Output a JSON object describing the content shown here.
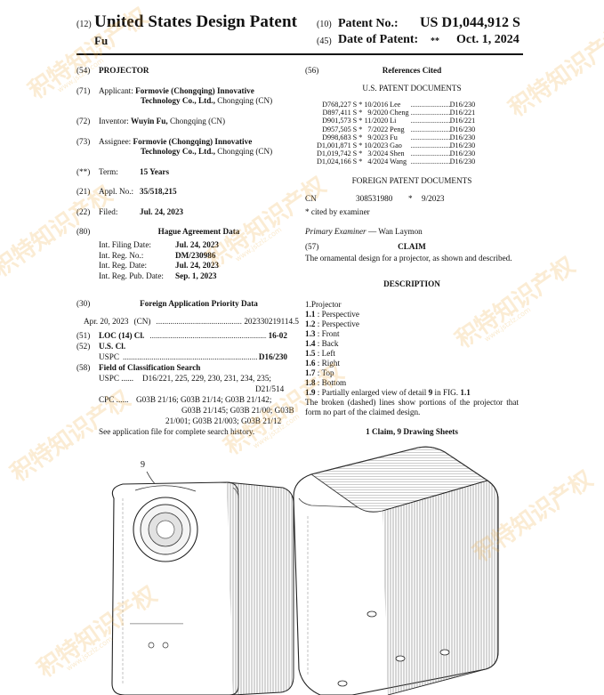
{
  "header": {
    "code12": "(12)",
    "title": "United States Design Patent",
    "inventor_short": "Fu",
    "code10": "(10)",
    "patent_no_label": "Patent No.:",
    "patent_no": "US D1,044,912 S",
    "code45": "(45)",
    "date_label": "Date of Patent:",
    "date_mark": "**",
    "date": "Oct. 1, 2024"
  },
  "left": {
    "f54": {
      "code": "(54)",
      "value": "PROJECTOR"
    },
    "f71": {
      "code": "(71)",
      "label": "Applicant:",
      "bold": "Formovie (Chongqing) Innovative",
      "bold2": "Technology Co., Ltd.,",
      "rest": " Chongqing (CN)"
    },
    "f72": {
      "code": "(72)",
      "label": "Inventor:",
      "bold": "Wuyin Fu,",
      "rest": " Chongqing (CN)"
    },
    "f73": {
      "code": "(73)",
      "label": "Assignee:",
      "bold": "Formovie (Chongqing) Innovative",
      "bold2": "Technology Co., Ltd.,",
      "rest": " Chongqing (CN)"
    },
    "fterm": {
      "code": "(**)",
      "label": "Term:",
      "value": "15 Years"
    },
    "f21": {
      "code": "(21)",
      "label": "Appl. No.:",
      "value": "35/518,215"
    },
    "f22": {
      "code": "(22)",
      "label": "Filed:",
      "value": "Jul. 24, 2023"
    },
    "f80": {
      "code": "(80)",
      "heading": "Hague Agreement Data",
      "rows": [
        {
          "label": "Int. Filing Date:",
          "value": "Jul. 24, 2023"
        },
        {
          "label": "Int. Reg. No.:",
          "value": "DM/230986"
        },
        {
          "label": "Int. Reg. Date:",
          "value": "Jul. 24, 2023"
        },
        {
          "label": "Int. Reg. Pub. Date:",
          "value": "Sep. 1, 2023"
        }
      ]
    },
    "f30": {
      "code": "(30)",
      "heading": "Foreign Application Priority Data",
      "date": "Apr. 20, 2023",
      "country": "(CN)",
      "number": "202330219114.5"
    },
    "f51": {
      "code": "(51)",
      "label": "LOC (14) Cl.",
      "value": "16-02"
    },
    "f52": {
      "code": "(52)",
      "label": "U.S. Cl.",
      "sub": "USPC",
      "value": "D16/230"
    },
    "f58": {
      "code": "(58)",
      "label": "Field of Classification Search",
      "uspc_label": "USPC ......",
      "uspc_1": "D16/221, 225, 229, 230, 231, 234, 235;",
      "uspc_2": "D21/514",
      "cpc_label": "CPC ......",
      "cpc_1": "G03B 21/16; G03B 21/14; G03B 21/142;",
      "cpc_2": "G03B 21/145; G03B 21/00; G03B",
      "cpc_3": "21/001; G03B 21/003; G03B 21/12",
      "note": "See application file for complete search history."
    }
  },
  "right": {
    "f56": {
      "code": "(56)",
      "heading": "References Cited"
    },
    "us_heading": "U.S. PATENT DOCUMENTS",
    "us_refs": [
      {
        "num": "D768,227",
        "kind": "S",
        "star": "*",
        "date": "10/2016",
        "name": "Lee",
        "cls": "D16/230"
      },
      {
        "num": "D897,411",
        "kind": "S",
        "star": "*",
        "date": "9/2020",
        "name": "Cheng",
        "cls": "D16/221"
      },
      {
        "num": "D901,573",
        "kind": "S",
        "star": "*",
        "date": "11/2020",
        "name": "Li",
        "cls": "D16/221"
      },
      {
        "num": "D957,505",
        "kind": "S",
        "star": "*",
        "date": "7/2022",
        "name": "Peng",
        "cls": "D16/230"
      },
      {
        "num": "D998,683",
        "kind": "S",
        "star": "*",
        "date": "9/2023",
        "name": "Fu",
        "cls": "D16/230"
      },
      {
        "num": "D1,001,871",
        "kind": "S",
        "star": "*",
        "date": "10/2023",
        "name": "Gao",
        "cls": "D16/230"
      },
      {
        "num": "D1,019,742",
        "kind": "S",
        "star": "*",
        "date": "3/2024",
        "name": "Shen",
        "cls": "D16/230"
      },
      {
        "num": "D1,024,166",
        "kind": "S",
        "star": "*",
        "date": "4/2024",
        "name": "Wang",
        "cls": "D16/230"
      }
    ],
    "foreign_heading": "FOREIGN PATENT DOCUMENTS",
    "foreign": {
      "country": "CN",
      "num": "308531980",
      "star": "*",
      "date": "9/2023"
    },
    "cited_note": "* cited by examiner",
    "examiner_label": "Primary Examiner",
    "examiner": " — Wan Laymon",
    "f57": {
      "code": "(57)",
      "heading": "CLAIM"
    },
    "claim": "The ornamental design for a projector, as shown and described.",
    "desc_heading": "DESCRIPTION",
    "figs": [
      {
        "n": "1",
        "t": "Projector",
        "plain": true
      },
      {
        "n": "1.1",
        "t": " : Perspective"
      },
      {
        "n": "1.2",
        "t": " : Perspective"
      },
      {
        "n": "1.3",
        "t": " : Front"
      },
      {
        "n": "1.4",
        "t": " : Back"
      },
      {
        "n": "1.5",
        "t": " : Left"
      },
      {
        "n": "1.6",
        "t": " : Right"
      },
      {
        "n": "1.7",
        "t": " : Top"
      },
      {
        "n": "1.8",
        "t": " : Bottom"
      }
    ],
    "fig19_n": "1.9",
    "fig19_a": " : Partially enlarged view of detail ",
    "fig19_b": "9",
    "fig19_c": " in FIG. ",
    "fig19_d": "1.1",
    "broken_note": "The broken (dashed) lines show portions of the projector that form no part of the claimed design.",
    "sheets": "1 Claim, 9 Drawing Sheets"
  },
  "drawing": {
    "detail_label": "9"
  },
  "watermark": {
    "text": "积特知识产权",
    "sub": "www.jstzlz.com"
  }
}
